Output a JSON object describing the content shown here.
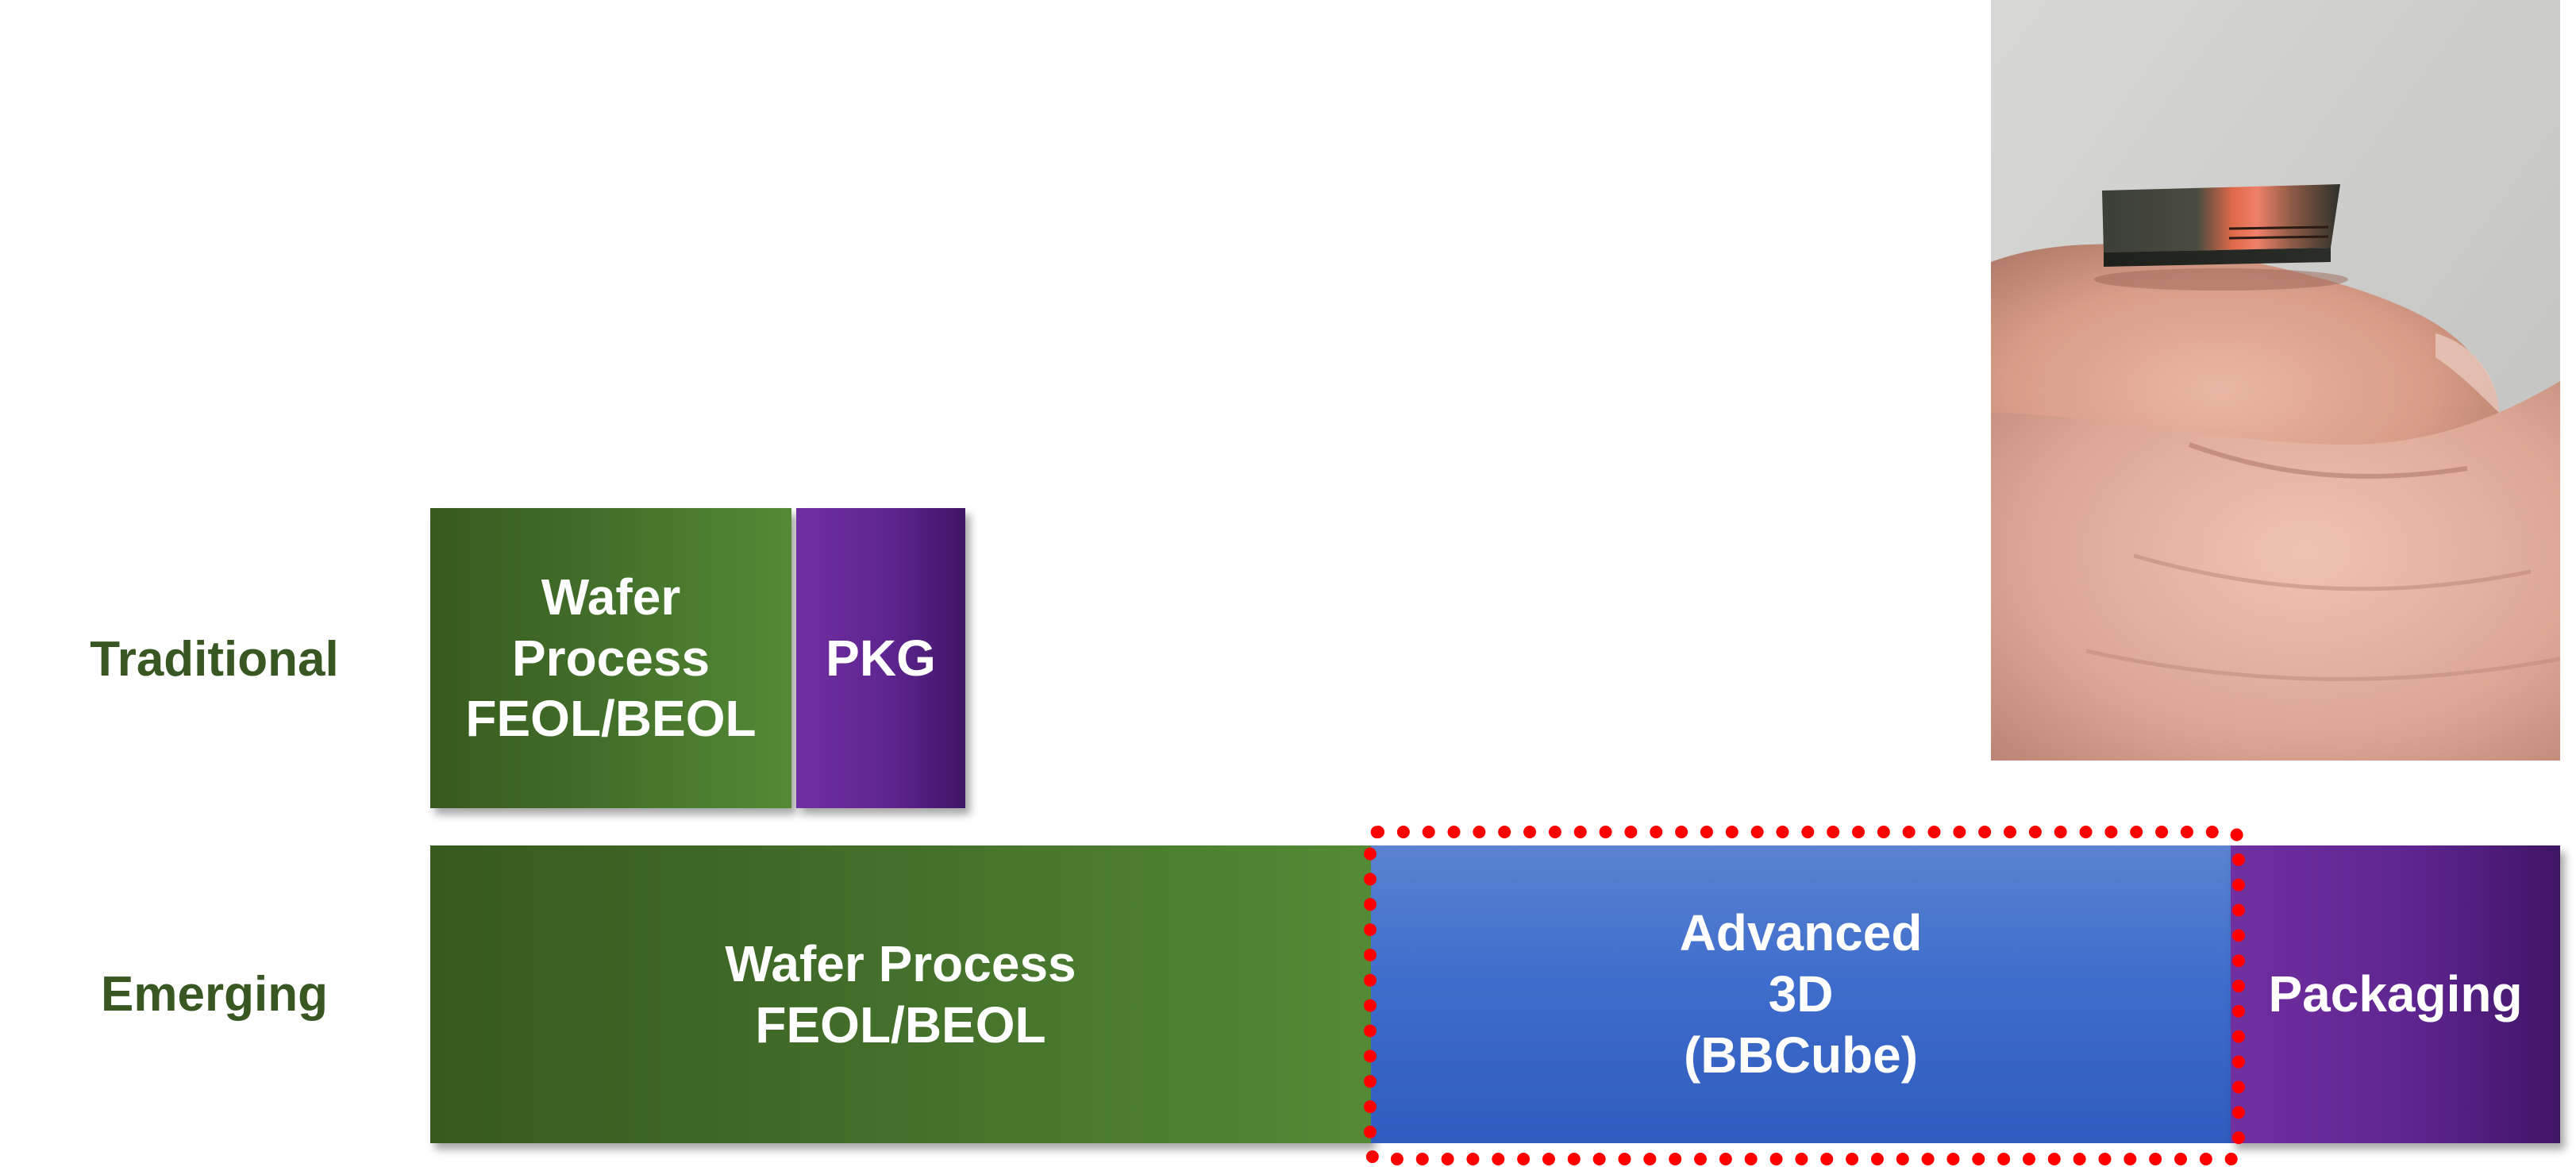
{
  "rows": {
    "traditional": {
      "label": "Traditional",
      "wafer": [
        "Wafer",
        "Process",
        "FEOL/BEOL"
      ],
      "pkg": "PKG"
    },
    "emerging": {
      "label": "Emerging",
      "wafer": [
        "Wafer Process",
        "FEOL/BEOL"
      ],
      "advanced": [
        "Advanced",
        "3D",
        "(BBCube)"
      ],
      "packaging": "Packaging"
    }
  },
  "colors": {
    "label_green": "#385723",
    "wafer_green": "#43702a",
    "pkg_purple": "#7030a0",
    "advanced_blue": "#3f6dcc",
    "highlight_red": "#ff0000"
  },
  "photo": {
    "subject": "chip-on-fingertip"
  }
}
